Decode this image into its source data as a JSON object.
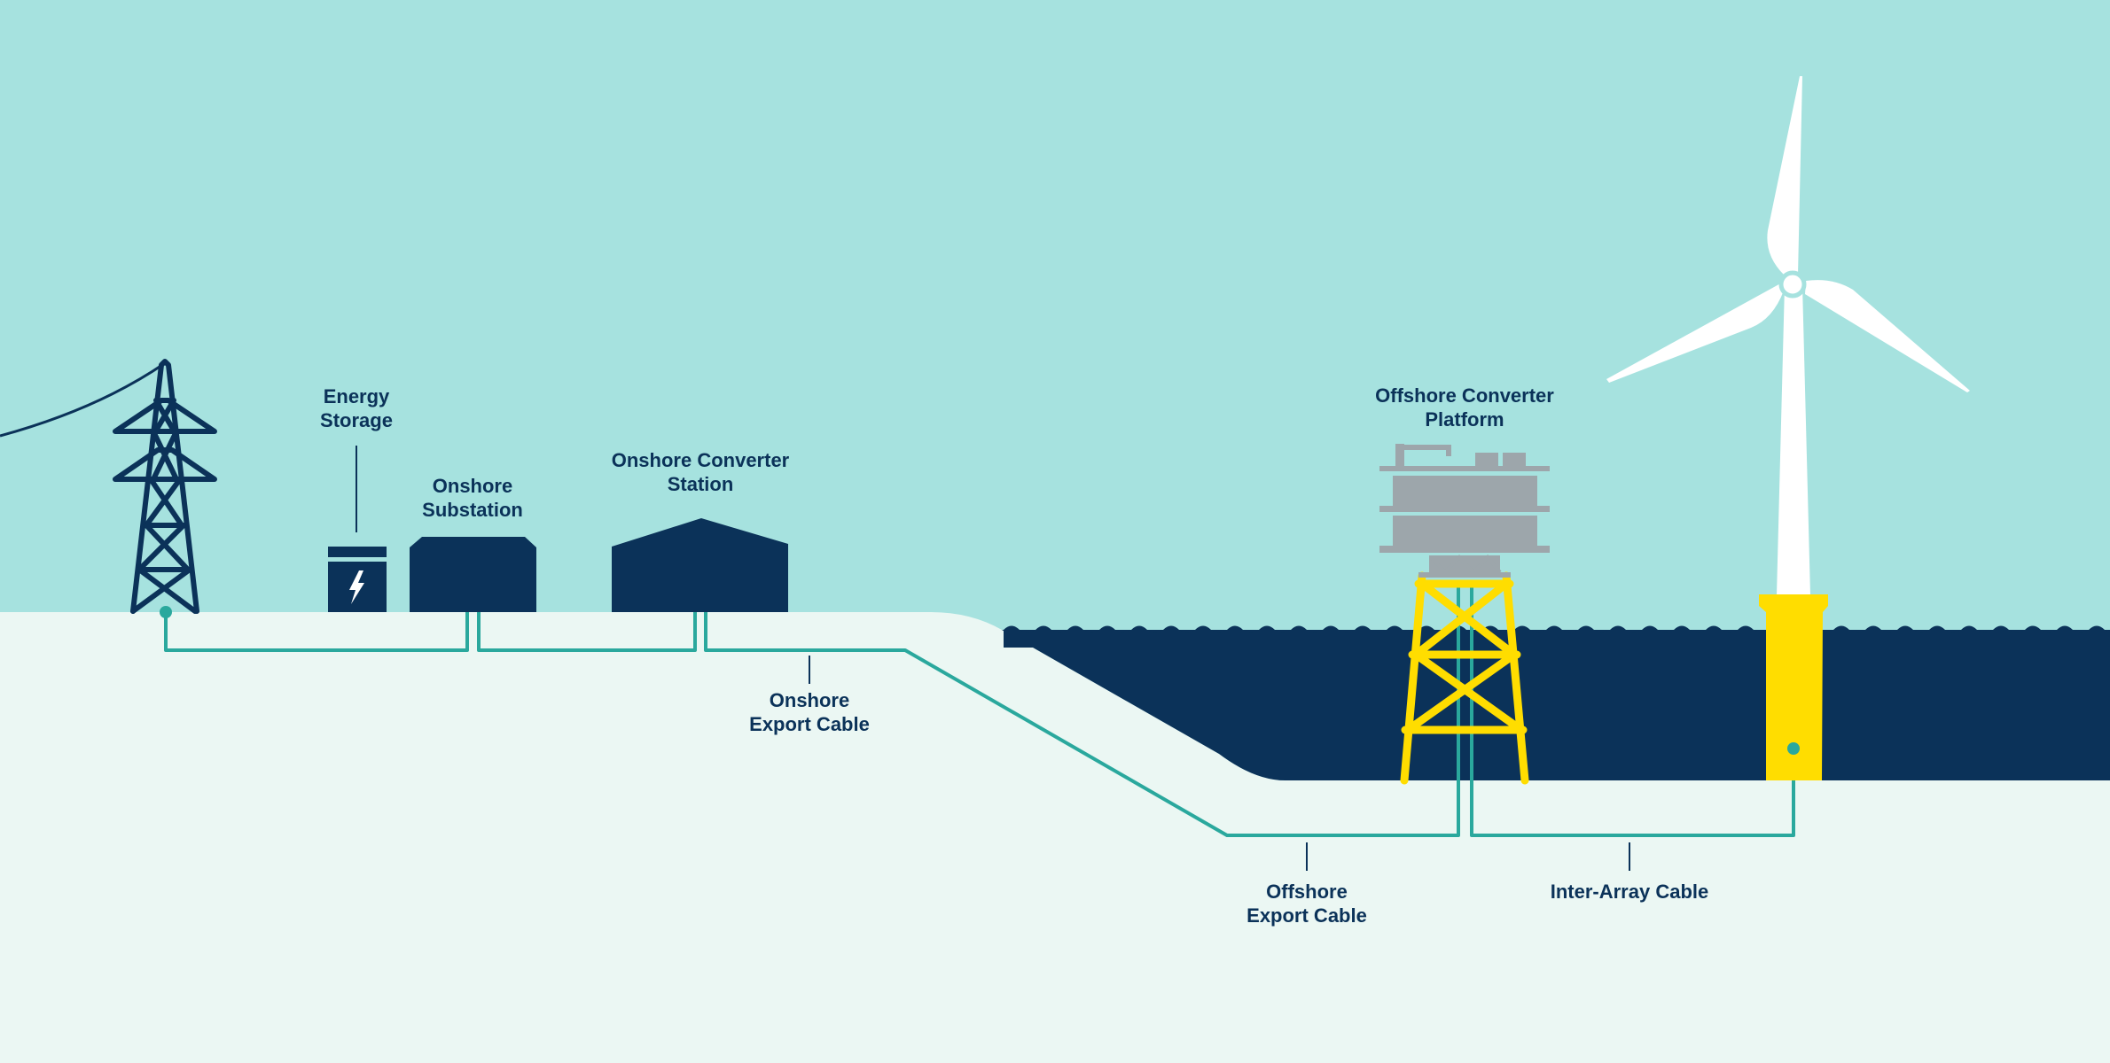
{
  "colors": {
    "sky": "#a6e2df",
    "ground": "#ebf7f3",
    "sea": "#0b3259",
    "navy": "#0b3259",
    "cable": "#2aa89d",
    "foundation": "#ffdd00",
    "platform": "#9da6ab",
    "turbine": "#ffffff"
  },
  "labels": {
    "energy_storage": [
      "Energy",
      "Storage"
    ],
    "onshore_substation": [
      "Onshore",
      "Substation"
    ],
    "onshore_converter_station": [
      "Onshore Converter",
      "Station"
    ],
    "onshore_export_cable": [
      "Onshore",
      "Export Cable"
    ],
    "offshore_converter_platform": [
      "Offshore Converter",
      "Platform"
    ],
    "offshore_export_cable": [
      "Offshore",
      "Export Cable"
    ],
    "inter_array_cable": [
      "Inter-Array Cable"
    ]
  },
  "icons": {
    "energy_storage": "lightning-bolt-icon",
    "pylon": "transmission-tower-icon",
    "turbine": "wind-turbine-icon"
  }
}
